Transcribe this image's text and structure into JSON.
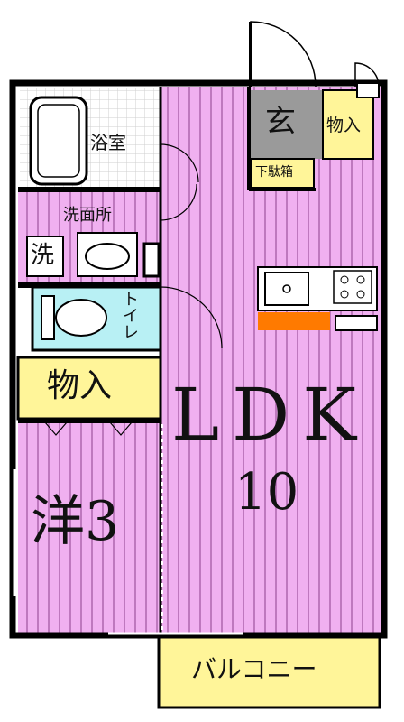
{
  "rooms": {
    "bath": "浴室",
    "entrance": "玄",
    "storage_top": "物入",
    "shoe_box": "下駄箱",
    "washroom": "洗面所",
    "washer": "洗",
    "toilet": "トイレ",
    "storage_mid": "物入",
    "western_room": "洋3",
    "ldk_name": "LDK",
    "ldk_size": "10",
    "balcony": "バルコニー"
  },
  "colors": {
    "floor_pink": "#f0b0f0",
    "floor_stripe": "#a860a8",
    "toilet_blue": "#b8f0f4",
    "storage_yellow": "#fff599",
    "entrance_gray": "#9a9a9a",
    "stove_orange": "#ff7a00",
    "wall": "#000000"
  }
}
